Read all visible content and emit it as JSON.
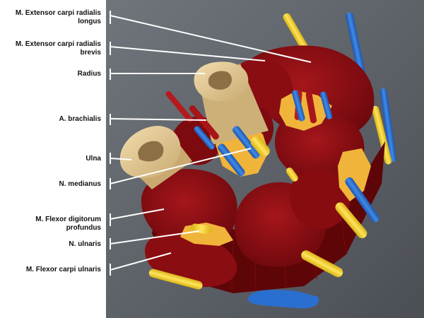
{
  "labels": [
    "M. Extensor carpi radialis\nlongus",
    "M. Extensor carpi radialis\nbrevis",
    "Radius",
    "A. brachialis",
    "Ulna",
    "N. medianus",
    "M. Flexor digitorum\nprofundus",
    "N. ulnaris",
    "M. Flexor carpi ulnaris"
  ],
  "colors": {
    "background_panel": "#5a5f66",
    "muscle": "#8f0f12",
    "muscle_dark": "#5e0508",
    "bone": "#e2c994",
    "bone_marrow": "#8c6f45",
    "artery": "#a81419",
    "vein": "#2a6fd0",
    "nerve": "#f1cf23",
    "fascia": "#f0b43a",
    "leader_line": "#ffffff"
  }
}
